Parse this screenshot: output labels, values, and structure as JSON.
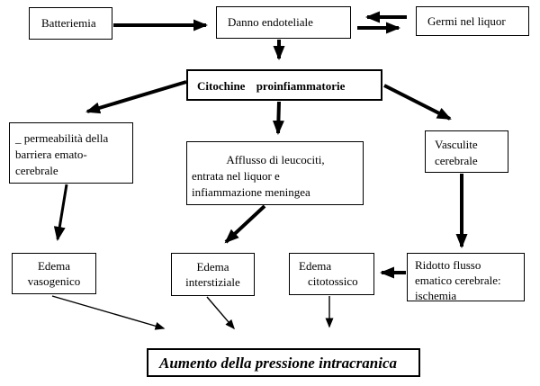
{
  "diagram": {
    "language": "it",
    "colors": {
      "background": "#ffffff",
      "border": "#000000",
      "text": "#000000",
      "arrow": "#000000"
    },
    "nodes": {
      "batteriemia": {
        "lines": [
          "Batteriemia"
        ]
      },
      "danno_endoteliale": {
        "lines": [
          "Danno endoteliale"
        ]
      },
      "germi_nel_liquor": {
        "lines": [
          "Germi nel liquor"
        ]
      },
      "citochine_proinfiammatorie": {
        "lines": [
          "Citochine proinfiammatorie"
        ]
      },
      "permeabilita_barriera": {
        "lines": [
          "_ permeabilità della",
          "barriera emato-",
          "cerebrale"
        ]
      },
      "afflusso_leucociti": {
        "lines": [
          "Afflusso di leucociti,",
          "entrata nel liquor e",
          "infiammazione meningea"
        ]
      },
      "vasculite_cerebrale": {
        "lines": [
          "Vasculite",
          "cerebrale"
        ]
      },
      "edema_vasogenico": {
        "lines": [
          "Edema",
          "vasogenico"
        ]
      },
      "edema_interstiziale": {
        "lines": [
          "Edema",
          "interstiziale"
        ]
      },
      "edema_citotossico": {
        "lines": [
          "Edema",
          "citotossico"
        ]
      },
      "ridotto_flusso": {
        "lines": [
          "Ridotto flusso",
          "ematico cerebrale:",
          "ischemia"
        ]
      },
      "aumento_pressione": {
        "lines": [
          "Aumento della pressione intracranica"
        ]
      }
    },
    "edges": [
      "batteriemia -> danno_endoteliale",
      "danno_endoteliale <-> germi_nel_liquor",
      "danno_endoteliale -> citochine_proinfiammatorie",
      "citochine_proinfiammatorie -> permeabilita_barriera",
      "citochine_proinfiammatorie -> afflusso_leucociti",
      "citochine_proinfiammatorie -> vasculite_cerebrale",
      "permeabilita_barriera -> edema_vasogenico",
      "afflusso_leucociti -> edema_interstiziale",
      "vasculite_cerebrale -> ridotto_flusso",
      "ridotto_flusso -> edema_citotossico",
      "edema_vasogenico -> aumento_pressione",
      "edema_interstiziale -> aumento_pressione",
      "edema_citotossico -> aumento_pressione"
    ]
  }
}
